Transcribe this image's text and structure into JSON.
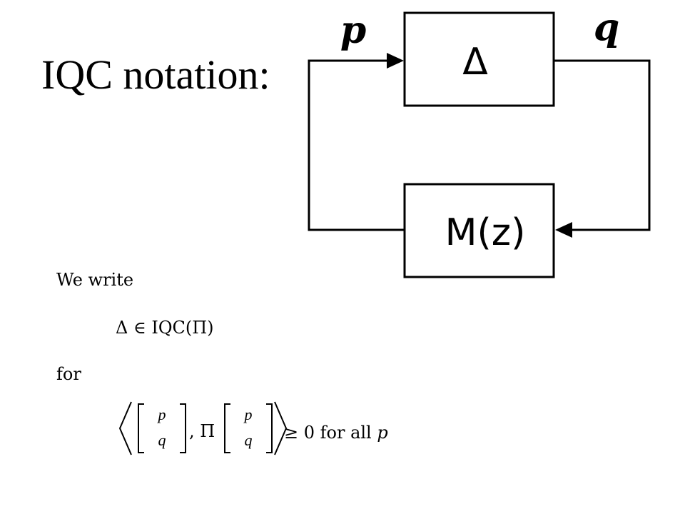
{
  "slide": {
    "title": "IQC notation:"
  },
  "diagram": {
    "upper_block_label": "Δ",
    "lower_block_label": "M(z)",
    "input_signal": "p",
    "output_signal": "q"
  },
  "text": {
    "we_write": "We write",
    "membership": "Δ ∈ IQC(Π)",
    "for": "for",
    "pi_label": ", Π",
    "vector_top": "p",
    "vector_bottom": "q",
    "inequality_tail": "≥ 0 for all",
    "inequality_var": "p"
  }
}
